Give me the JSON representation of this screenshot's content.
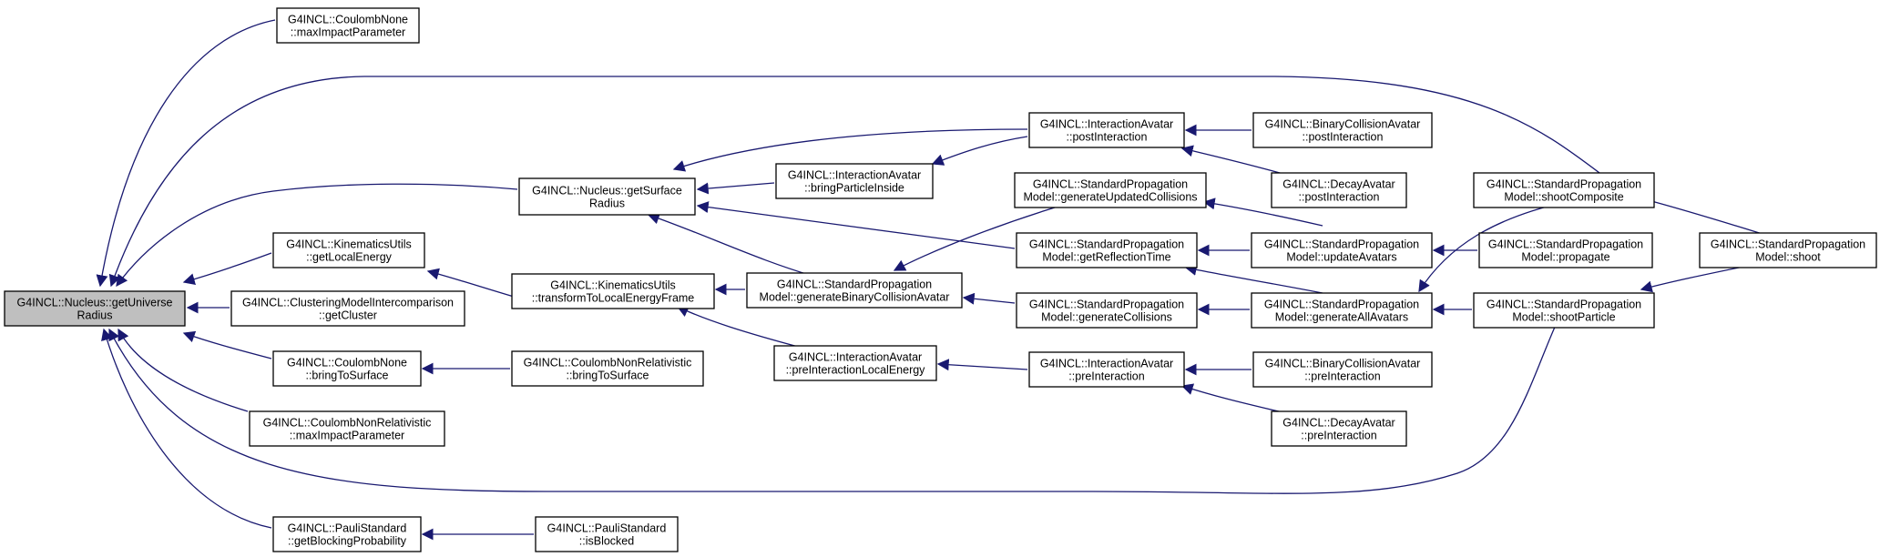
{
  "colors": {
    "edge": "#191970",
    "root_fill": "#bfbfbf",
    "node_fill": "#ffffff",
    "border": "#000000"
  },
  "nodes": {
    "root": [
      "G4INCL::Nucleus::getUniverse",
      "Radius"
    ],
    "coulombNoneMaxImpact": [
      "G4INCL::CoulombNone",
      "::maxImpactParameter"
    ],
    "getSurfaceRadius": [
      "G4INCL::Nucleus::getSurface",
      "Radius"
    ],
    "getLocalEnergy": [
      "G4INCL::KinematicsUtils",
      "::getLocalEnergy"
    ],
    "getCluster": [
      "G4INCL::ClusteringModelIntercomparison",
      "::getCluster"
    ],
    "coulombNoneBringToSurface": [
      "G4INCL::CoulombNone",
      "::bringToSurface"
    ],
    "coulombNonRelMaxImpact": [
      "G4INCL::CoulombNonRelativistic",
      "::maxImpactParameter"
    ],
    "getBlockingProbability": [
      "G4INCL::PauliStandard",
      "::getBlockingProbability"
    ],
    "transformToLocalEnergyFrame": [
      "G4INCL::KinematicsUtils",
      "::transformToLocalEnergyFrame"
    ],
    "coulombNonRelBringToSurface": [
      "G4INCL::CoulombNonRelativistic",
      "::bringToSurface"
    ],
    "isBlocked": [
      "G4INCL::PauliStandard",
      "::isBlocked"
    ],
    "bringParticleInside": [
      "G4INCL::InteractionAvatar",
      "::bringParticleInside"
    ],
    "generateBinaryCollisionAvatar": [
      "G4INCL::StandardPropagation",
      "Model::generateBinaryCollisionAvatar"
    ],
    "preInteractionLocalEnergy": [
      "G4INCL::InteractionAvatar",
      "::preInteractionLocalEnergy"
    ],
    "postInteraction": [
      "G4INCL::InteractionAvatar",
      "::postInteraction"
    ],
    "generateUpdatedCollisions": [
      "G4INCL::StandardPropagation",
      "Model::generateUpdatedCollisions"
    ],
    "getReflectionTime": [
      "G4INCL::StandardPropagation",
      "Model::getReflectionTime"
    ],
    "generateCollisions": [
      "G4INCL::StandardPropagation",
      "Model::generateCollisions"
    ],
    "preInteraction": [
      "G4INCL::InteractionAvatar",
      "::preInteraction"
    ],
    "binaryPostInteraction": [
      "G4INCL::BinaryCollisionAvatar",
      "::postInteraction"
    ],
    "decayPostInteraction": [
      "G4INCL::DecayAvatar",
      "::postInteraction"
    ],
    "updateAvatars": [
      "G4INCL::StandardPropagation",
      "Model::updateAvatars"
    ],
    "generateAllAvatars": [
      "G4INCL::StandardPropagation",
      "Model::generateAllAvatars"
    ],
    "binaryPreInteraction": [
      "G4INCL::BinaryCollisionAvatar",
      "::preInteraction"
    ],
    "decayPreInteraction": [
      "G4INCL::DecayAvatar",
      "::preInteraction"
    ],
    "shootComposite": [
      "G4INCL::StandardPropagation",
      "Model::shootComposite"
    ],
    "propagate": [
      "G4INCL::StandardPropagation",
      "Model::propagate"
    ],
    "shootParticle": [
      "G4INCL::StandardPropagation",
      "Model::shootParticle"
    ],
    "shoot": [
      "G4INCL::StandardPropagation",
      "Model::shoot"
    ]
  }
}
